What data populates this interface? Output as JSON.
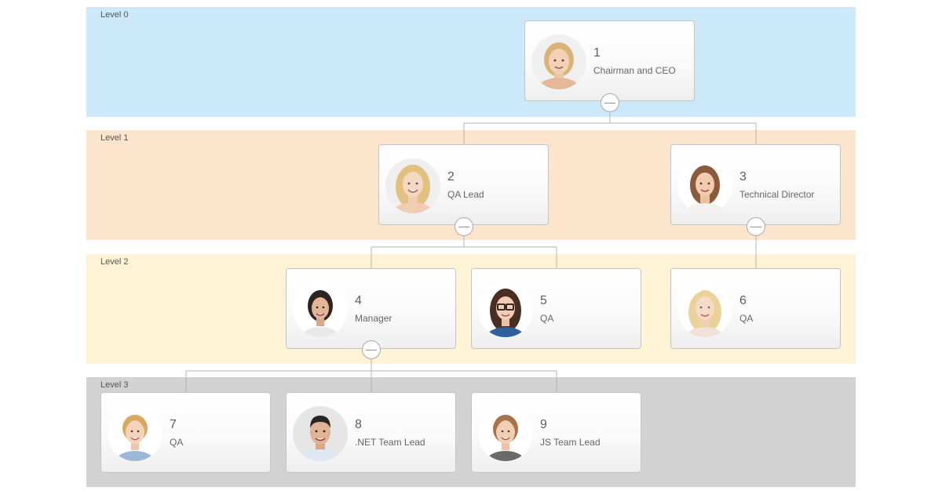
{
  "levels": [
    {
      "label": "Level 0",
      "color": "#cce9fa"
    },
    {
      "label": "Level 1",
      "color": "#fde4cc"
    },
    {
      "label": "Level 2",
      "color": "#fff3d6"
    },
    {
      "label": "Level 3",
      "color": "#d2d2d2"
    }
  ],
  "nodes": [
    {
      "id": "1",
      "title": "Chairman and CEO",
      "avatar": "female-blonde-avatar"
    },
    {
      "id": "2",
      "title": "QA Lead",
      "avatar": "female-blonde-avatar"
    },
    {
      "id": "3",
      "title": "Technical Director",
      "avatar": "female-brunette-avatar"
    },
    {
      "id": "4",
      "title": "Manager",
      "avatar": "female-dark-hair-avatar"
    },
    {
      "id": "5",
      "title": "QA",
      "avatar": "female-glasses-avatar"
    },
    {
      "id": "6",
      "title": "QA",
      "avatar": "female-blonde-avatar"
    },
    {
      "id": "7",
      "title": "QA",
      "avatar": "female-blonde-avatar"
    },
    {
      "id": "8",
      "title": ".NET Team Lead",
      "avatar": "male-avatar"
    },
    {
      "id": "9",
      "title": "JS Team Lead",
      "avatar": "female-brunette-avatar"
    }
  ],
  "colors": {
    "connector": "#b3b3b3",
    "card_border": "#c4c4c4"
  }
}
